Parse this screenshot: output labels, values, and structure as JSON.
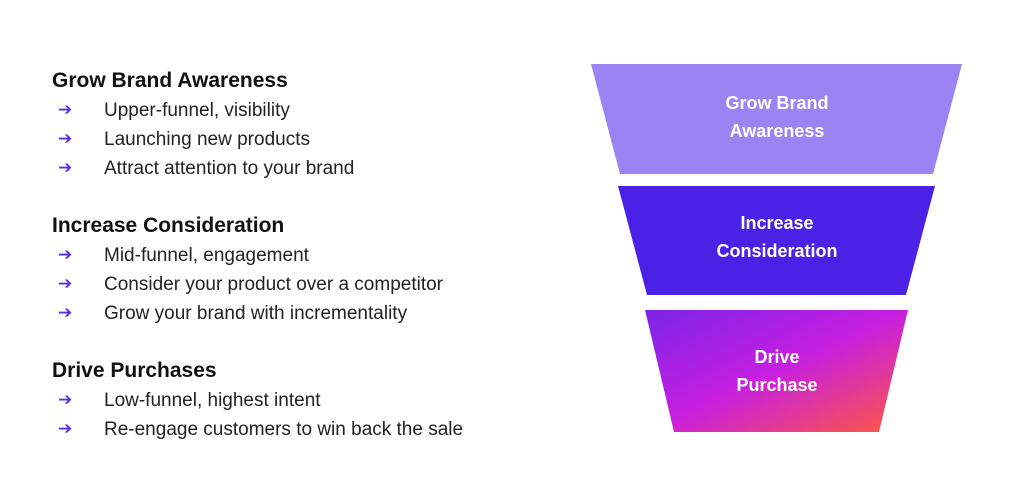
{
  "sections": [
    {
      "title": "Grow Brand Awareness",
      "items": [
        "Upper-funnel, visibility",
        "Launching new products",
        "Attract attention to your brand"
      ]
    },
    {
      "title": "Increase Consideration",
      "items": [
        "Mid-funnel, engagement",
        "Consider your product over a competitor",
        "Grow your brand with incrementality"
      ]
    },
    {
      "title": "Drive Purchases",
      "items": [
        "Low-funnel, highest intent",
        "Re-engage customers to win back the sale"
      ]
    }
  ],
  "arrow_glyph": "➔",
  "funnel": {
    "stages": [
      {
        "label_line1": "Grow Brand",
        "label_line2": "Awareness",
        "color": "#9a83f3"
      },
      {
        "label_line1": "Increase",
        "label_line2": "Consideration",
        "color": "#4b22e5"
      },
      {
        "label_line1": "Drive",
        "label_line2": "Purchase",
        "gradient": [
          "#7a24e8",
          "#c81fe0",
          "#ff5a3c"
        ]
      }
    ]
  },
  "colors": {
    "arrow": "#5b2ee6",
    "heading": "#111111",
    "body_text": "#222222"
  }
}
